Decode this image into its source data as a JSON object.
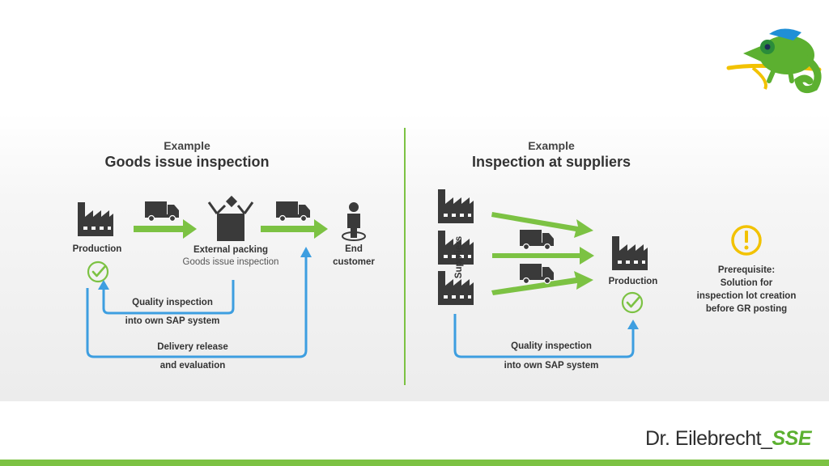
{
  "left": {
    "example_label": "Example",
    "title": "Goods issue inspection",
    "production_label": "Production",
    "packing_label": "External packing",
    "packing_sub": "Goods issue inspection",
    "end_label_line1": "End",
    "end_label_line2": "customer",
    "qi_line1": "Quality inspection",
    "qi_line2": "into own SAP system",
    "dr_line1": "Delivery release",
    "dr_line2": "and evaluation"
  },
  "right": {
    "example_label": "Example",
    "title": "Inspection at suppliers",
    "suppliers_label": "Suppliers",
    "production_label": "Production",
    "qi_line1": "Quality inspection",
    "qi_line2": "into own SAP system",
    "prereq_line1": "Prerequisite:",
    "prereq_line2": "Solution for",
    "prereq_line3": "inspection lot creation",
    "prereq_line4": "before GR posting"
  },
  "logo": {
    "brand": "Dr. Eilebrecht_",
    "accent": "SSE"
  },
  "colors": {
    "green": "#7cc243",
    "blue": "#3d9ee0",
    "dark": "#3a3a3a",
    "warning": "#f2c200"
  }
}
